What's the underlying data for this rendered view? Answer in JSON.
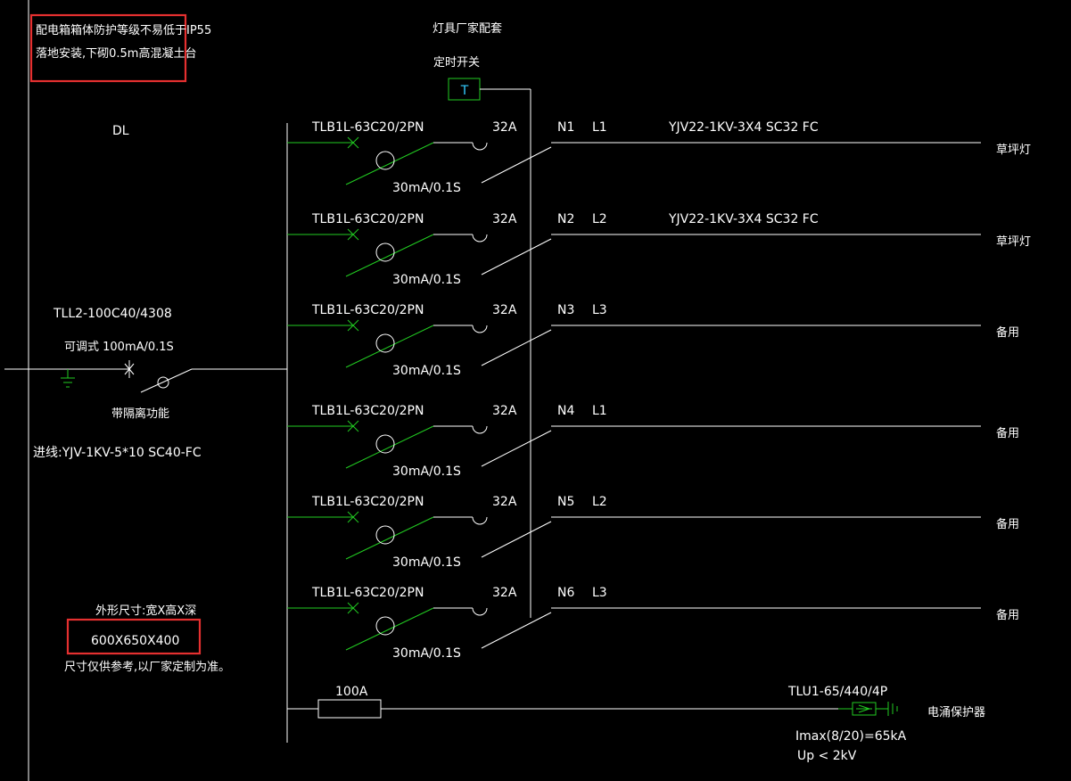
{
  "notes": {
    "box_line1": "配电箱箱体防护等级不易低于IP55",
    "box_line2": "落地安装,下砌0.5m高混凝土台",
    "lamp_vendor": "灯具厂家配套",
    "timer_label": "定时开关",
    "timer_symbol": "T"
  },
  "incoming": {
    "dl": "DL",
    "breaker_model": "TLL2-100C40/4308",
    "leakage": "可调式 100mA/0.1S",
    "isolation": "带隔离功能",
    "cable": "进线:YJV-1KV-5*10  SC40-FC"
  },
  "dimensions": {
    "title": "外形尺寸:宽X高X深",
    "value": "600X650X400",
    "note": "尺寸仅供参考,以厂家定制为准。"
  },
  "circuits": [
    {
      "breaker": "TLB1L-63C20/2PN",
      "current": "32A",
      "rcd": "30mA/0.1S",
      "n": "N1",
      "phase": "L1",
      "cable": "YJV22-1KV-3X4  SC32  FC",
      "load": "草坪灯"
    },
    {
      "breaker": "TLB1L-63C20/2PN",
      "current": "32A",
      "rcd": "30mA/0.1S",
      "n": "N2",
      "phase": "L2",
      "cable": "YJV22-1KV-3X4  SC32  FC",
      "load": "草坪灯"
    },
    {
      "breaker": "TLB1L-63C20/2PN",
      "current": "32A",
      "rcd": "30mA/0.1S",
      "n": "N3",
      "phase": "L3",
      "cable": "",
      "load": "备用"
    },
    {
      "breaker": "TLB1L-63C20/2PN",
      "current": "32A",
      "rcd": "30mA/0.1S",
      "n": "N4",
      "phase": "L1",
      "cable": "",
      "load": "备用"
    },
    {
      "breaker": "TLB1L-63C20/2PN",
      "current": "32A",
      "rcd": "30mA/0.1S",
      "n": "N5",
      "phase": "L2",
      "cable": "",
      "load": "备用"
    },
    {
      "breaker": "TLB1L-63C20/2PN",
      "current": "32A",
      "rcd": "30mA/0.1S",
      "n": "N6",
      "phase": "L3",
      "cable": "",
      "load": "备用"
    }
  ],
  "spd": {
    "fuse": "100A",
    "model": "TLU1-65/440/4P",
    "label": "电涌保护器",
    "imax": "Imax(8/20)=65kA",
    "up": "Up < 2kV"
  },
  "colors": {
    "line": "#ffffff",
    "device": "#22cc22",
    "highlight": "#e53030",
    "background": "#000000"
  }
}
